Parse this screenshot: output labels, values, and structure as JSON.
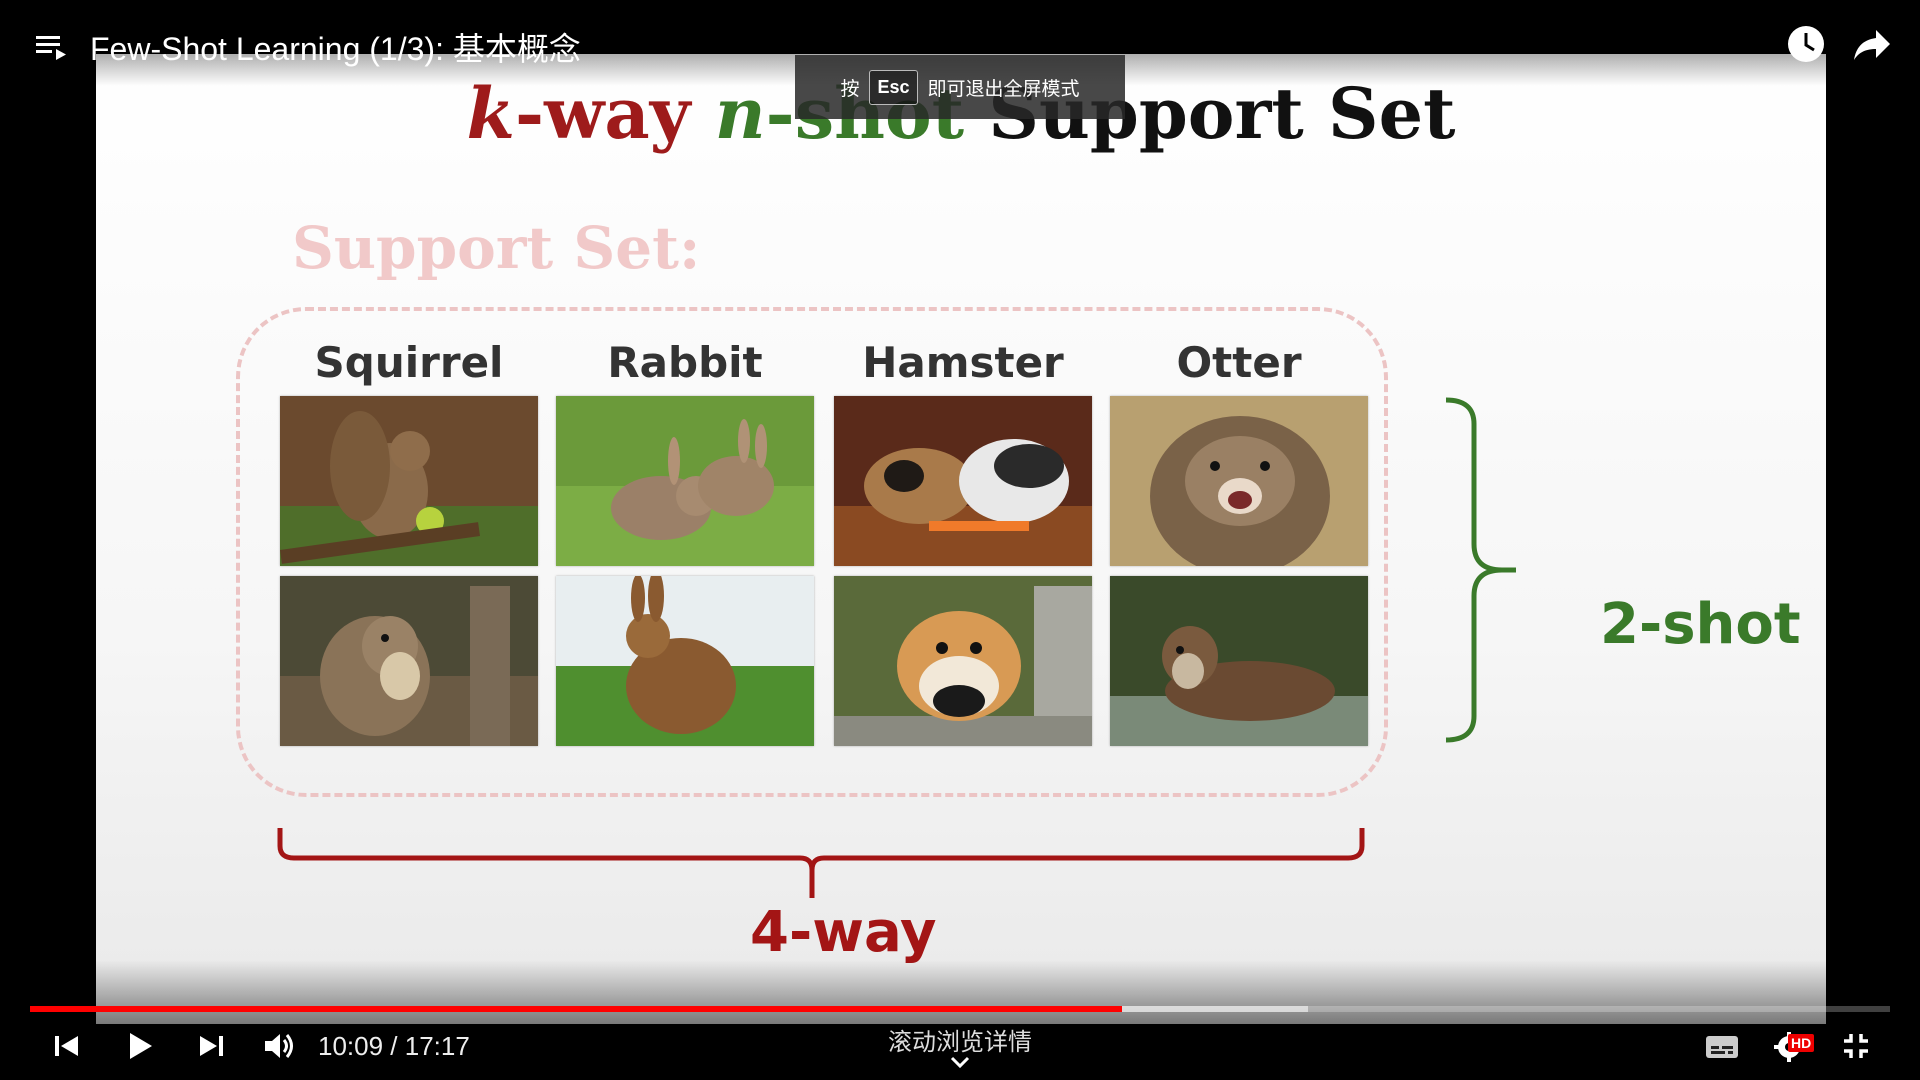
{
  "video": {
    "title": "Few-Shot Learning (1/3): 基本概念",
    "current_time": "10:09",
    "duration": "17:17",
    "time_display": "10:09 / 17:17",
    "played_fraction": 0.5873,
    "buffered_fraction": 0.6872
  },
  "esc_toast": {
    "prefix": "按",
    "key": "Esc",
    "suffix": "即可退出全屏模式"
  },
  "slide": {
    "title_k": "k",
    "title_way": "-way ",
    "title_n": "n",
    "title_shot": "-shot ",
    "title_rest": "Support Set",
    "support_label": "Support Set:",
    "classes": [
      "Squirrel",
      "Rabbit",
      "Hamster",
      "Otter"
    ],
    "shot_label": "2-shot",
    "way_label": "4-way"
  },
  "controls": {
    "scroll_hint": "滚动浏览详情",
    "hd_badge": "HD"
  },
  "colors": {
    "progress_played": "#ff0000",
    "way_red": "#a31515",
    "shot_green": "#3a7a2a"
  },
  "icons": [
    "playlist-icon",
    "watch-later-icon",
    "share-icon",
    "previous-icon",
    "play-icon",
    "next-icon",
    "volume-icon",
    "subtitles-icon",
    "settings-icon",
    "exit-fullscreen-icon"
  ]
}
